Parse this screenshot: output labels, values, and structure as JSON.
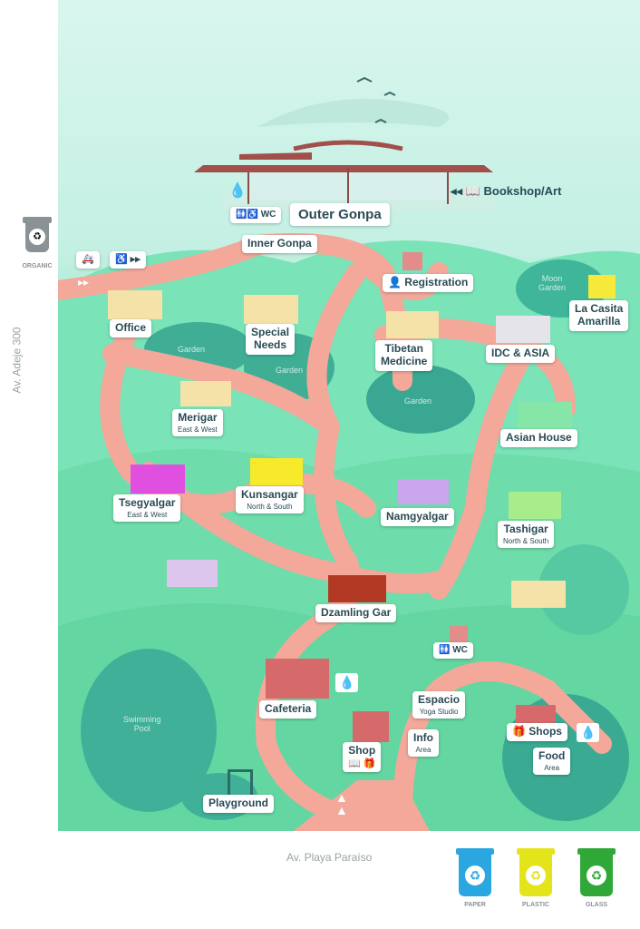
{
  "street_left": "Av. Adeje 300",
  "street_bottom": "Av. Playa Paraíso",
  "organic_label": "ORGANIC",
  "labels": {
    "outer_gonpa": "Outer Gonpa",
    "bookshop": "Bookshop/Art",
    "wc": "WC",
    "inner_gonpa": "Inner Gonpa",
    "registration": "Registration",
    "office": "Office",
    "special_needs_1": "Special",
    "special_needs_2": "Needs",
    "tibetan_1": "Tibetan",
    "tibetan_2": "Medicine",
    "idc": "IDC & ASIA",
    "casita_1": "La Casita",
    "casita_2": "Amarilla",
    "merigar": "Merigar",
    "merigar_sub": "East & West",
    "asian_house": "Asian House",
    "tsegyalgar": "Tsegyalgar",
    "tsegyalgar_sub": "East & West",
    "kunsangar": "Kunsangar",
    "kunsangar_sub": "North & South",
    "namgyalgar": "Namgyalgar",
    "tashigar": "Tashigar",
    "tashigar_sub": "North & South",
    "dzamling": "Dzamling Gar",
    "wc2": "WC",
    "cafeteria": "Cafeteria",
    "espacio": "Espacio",
    "espacio_sub": "Yoga Studio",
    "info": "Info",
    "info_sub": "Area",
    "shops": "Shops",
    "food": "Food",
    "food_sub": "Area",
    "shop": "Shop",
    "playground": "Playground"
  },
  "gardens": {
    "moon_1": "Moon",
    "moon_2": "Garden",
    "g1": "Garden",
    "g2": "Garden",
    "g3": "Garden",
    "pool_1": "Swimming",
    "pool_2": "Pool"
  },
  "bins": [
    {
      "label": "PAPER",
      "color": "#2aa7e0"
    },
    {
      "label": "PLASTIC",
      "color": "#e4e41a"
    },
    {
      "label": "GLASS",
      "color": "#2fa838"
    }
  ],
  "colors": {
    "path": "#f3a89a",
    "label_text": "#2a4a55"
  }
}
